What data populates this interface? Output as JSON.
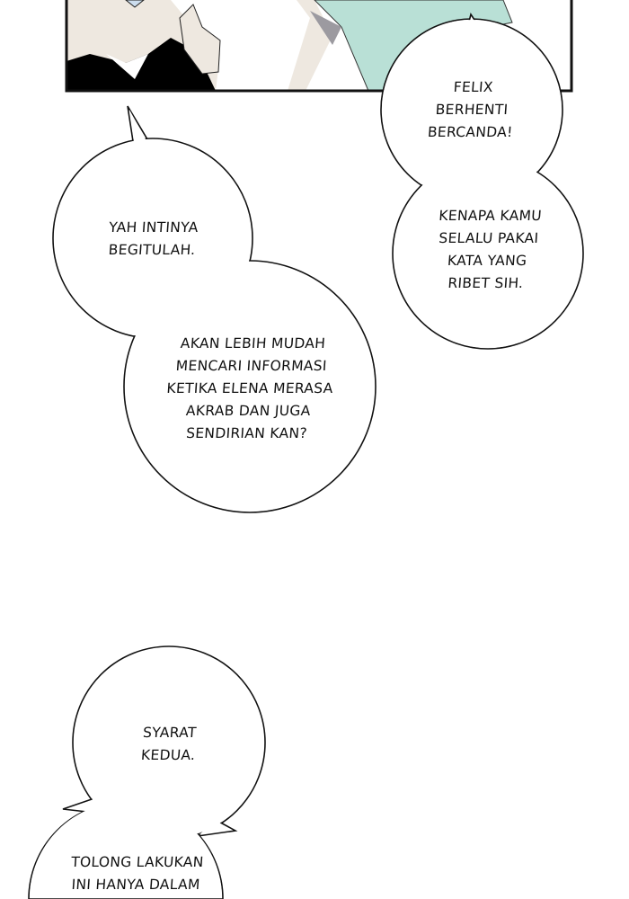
{
  "bubbles": [
    {
      "id": "felix-stop",
      "lines": [
        "FELIX",
        "BERHENTI",
        "BERCANDA!"
      ]
    },
    {
      "id": "why-always",
      "lines": [
        "KENAPA KAMU",
        "SELALU PAKAI",
        "KATA YANG",
        "RIBET SIH."
      ]
    },
    {
      "id": "thats-it",
      "lines": [
        "YAH INTINYA",
        "BEGITULAH."
      ]
    },
    {
      "id": "easier",
      "lines": [
        "AKAN LEBIH MUDAH",
        "MENCARI INFORMASI",
        "KETIKA ELENA MERASA",
        "AKRAB DAN JUGA",
        "SENDIRIAN KAN?"
      ]
    },
    {
      "id": "second-condition",
      "lines": [
        "SYARAT",
        "KEDUA."
      ]
    },
    {
      "id": "please-do",
      "lines": [
        "TOLONG LAKUKAN",
        "INI HANYA DALAM"
      ]
    }
  ],
  "colors": {
    "shirt": "#b9e0d6",
    "skin": "#eee8e0",
    "suit": "#000000",
    "shadow": "#9c9aa0"
  }
}
